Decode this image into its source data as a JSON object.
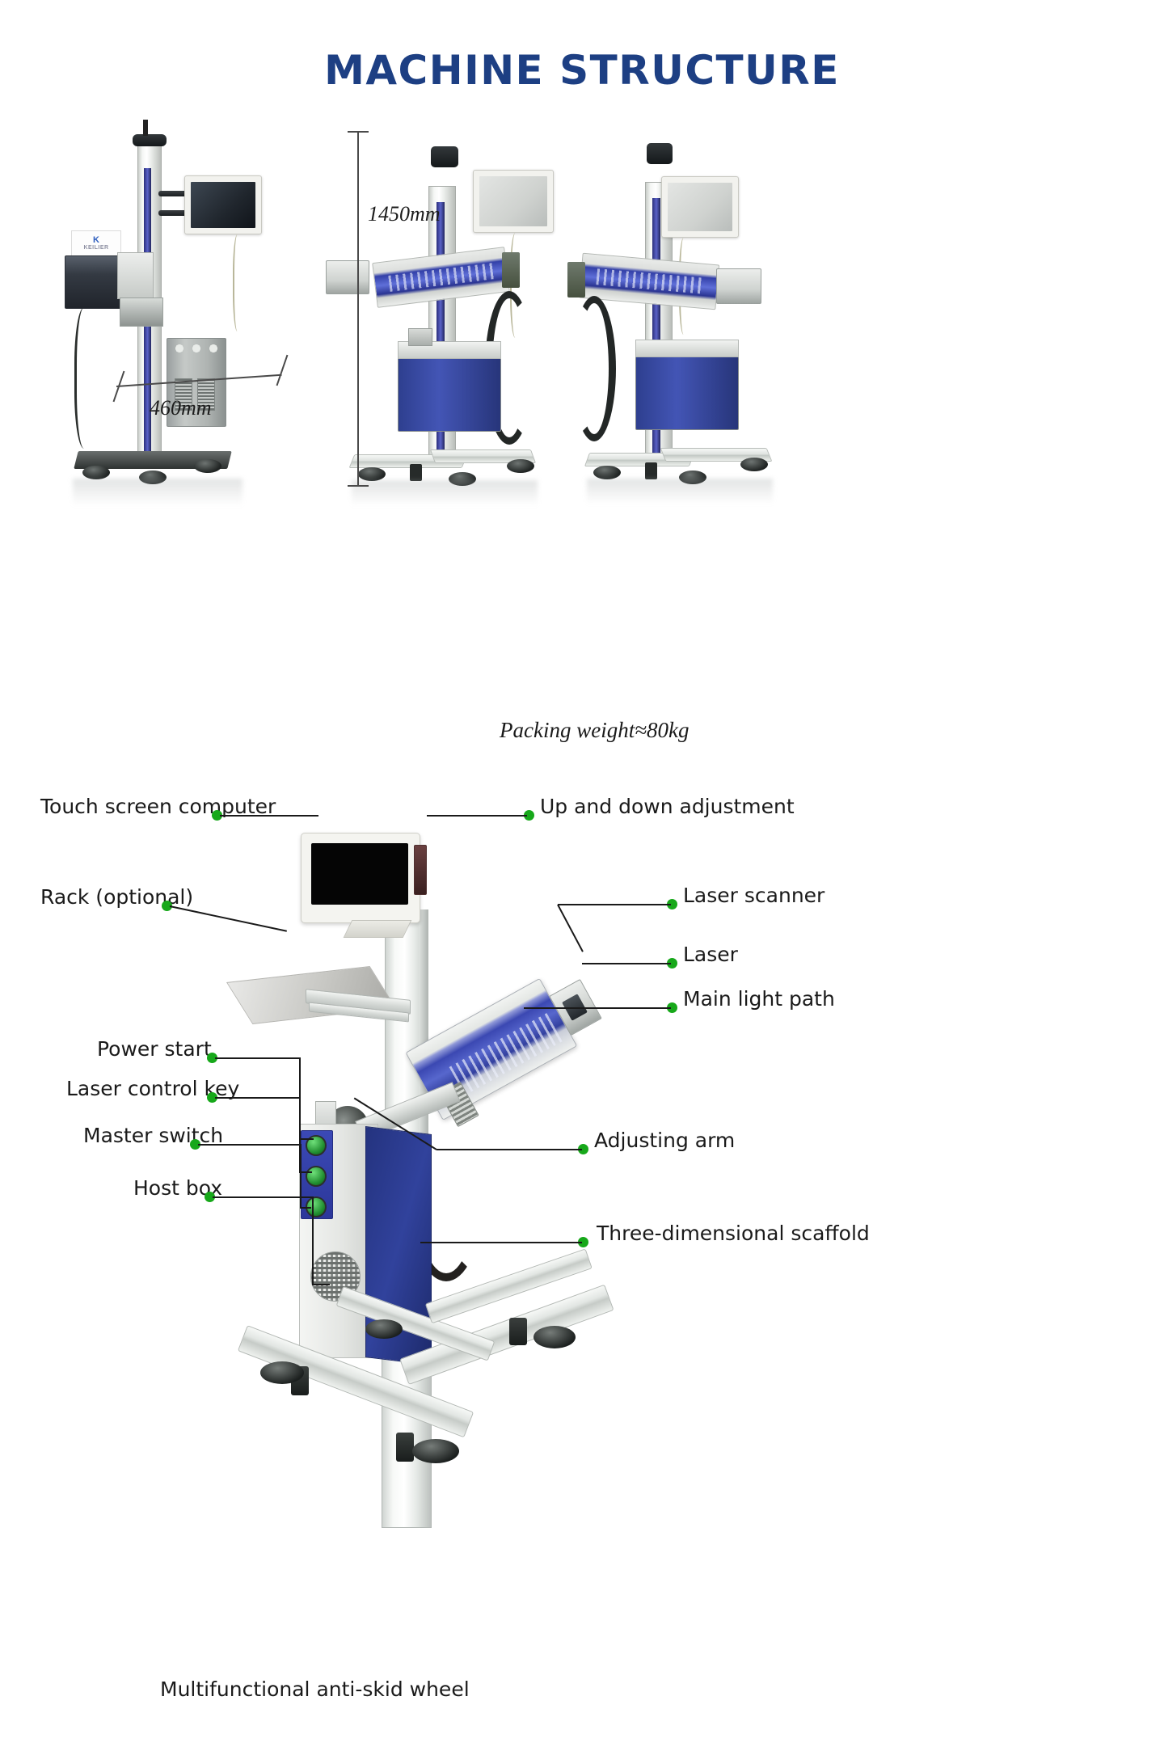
{
  "page": {
    "title": "MACHINE STRUCTURE",
    "title_color": "#1d3f83",
    "background": "#ffffff",
    "callout_dot_color": "#17a81a",
    "leader_line_color": "#1a1a1a"
  },
  "dimensions": {
    "height_label": "1450mm",
    "width_label": "460mm",
    "packing_weight": "Packing weight≈80kg"
  },
  "brand": {
    "mark": "K",
    "name": "KEILIER"
  },
  "photos": [
    {
      "view": "front-left view with height and width dimension lines"
    },
    {
      "view": "three-quarter view with laser bar and blue host box"
    },
    {
      "view": "opposite three-quarter view with laser bar and blue host box"
    }
  ],
  "callouts": {
    "left": [
      {
        "id": "touch-screen-computer",
        "label": "Touch screen computer"
      },
      {
        "id": "rack-optional",
        "label": "Rack (optional)"
      },
      {
        "id": "power-start",
        "label": "Power start"
      },
      {
        "id": "laser-control-key",
        "label": "Laser control key"
      },
      {
        "id": "master-switch",
        "label": "Master switch"
      },
      {
        "id": "host-box",
        "label": "Host box"
      }
    ],
    "right": [
      {
        "id": "up-and-down-adjustment",
        "label": "Up and down adjustment"
      },
      {
        "id": "laser-scanner",
        "label": "Laser scanner"
      },
      {
        "id": "laser",
        "label": "Laser"
      },
      {
        "id": "main-light-path",
        "label": "Main light path"
      },
      {
        "id": "adjusting-arm",
        "label": "Adjusting arm"
      },
      {
        "id": "three-dimensional-scaffold",
        "label": "Three-dimensional scaffold"
      }
    ],
    "bottom": [
      {
        "id": "multifunctional-anti-skid-wheel",
        "label": "Multifunctional anti-skid wheel"
      }
    ]
  }
}
